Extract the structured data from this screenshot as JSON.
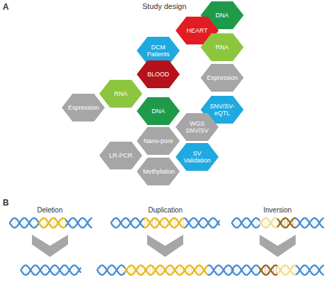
{
  "diagram": {
    "title": "Study design",
    "nodes": [
      {
        "text": [
          "DNA"
        ]
      },
      {
        "text": [
          "HEART"
        ]
      },
      {
        "text": [
          "DCM Patients"
        ]
      },
      {
        "text": [
          "RNA"
        ]
      },
      {
        "text": [
          "BLOOD"
        ]
      },
      {
        "text": [
          "Expression"
        ]
      },
      {
        "text": [
          "RNA"
        ]
      },
      {
        "text": [
          "Expression"
        ]
      },
      {
        "text": [
          "DNA"
        ]
      },
      {
        "text": [
          "SNV/SV-eQTL"
        ]
      },
      {
        "text": [
          "WGS SNV/SV"
        ]
      },
      {
        "text": [
          "Nano-pore"
        ]
      },
      {
        "text": [
          "LR-PCR"
        ]
      },
      {
        "text": [
          "SV Validation"
        ]
      },
      {
        "text": [
          "Methylation"
        ]
      }
    ],
    "labels": [
      "A",
      "B",
      "Deletion",
      "Duplication",
      "Inversion"
    ]
  }
}
